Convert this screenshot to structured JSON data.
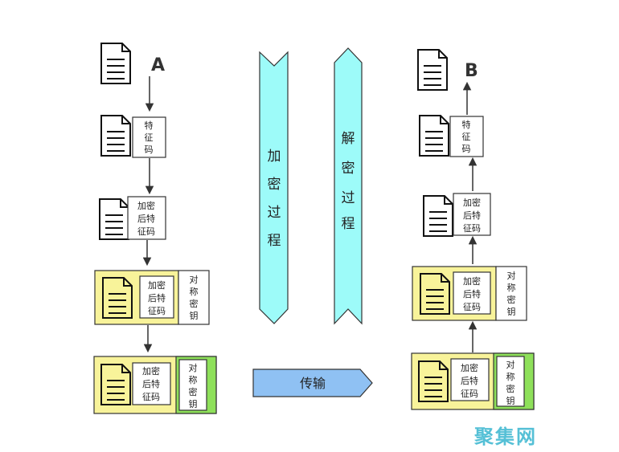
{
  "labels": {
    "a": "A",
    "b": "B",
    "feature_code": [
      "特",
      "征",
      "码"
    ],
    "encrypted_feature_code": [
      "加密",
      "后特",
      "征码"
    ],
    "symmetric_key": [
      "对",
      "称",
      "密",
      "钥"
    ],
    "encryption_process": [
      "加",
      "密",
      "过",
      "程"
    ],
    "decryption_process": [
      "解",
      "密",
      "过",
      "程"
    ],
    "transmission": "传输",
    "watermark": "聚集网"
  },
  "colors": {
    "doc_yellow": "#f8f39a",
    "band_cyan": "#9dfbf9",
    "key_green": "#8ee05a",
    "arrow_blue": "#8fc1f3",
    "outline": "#222222"
  }
}
